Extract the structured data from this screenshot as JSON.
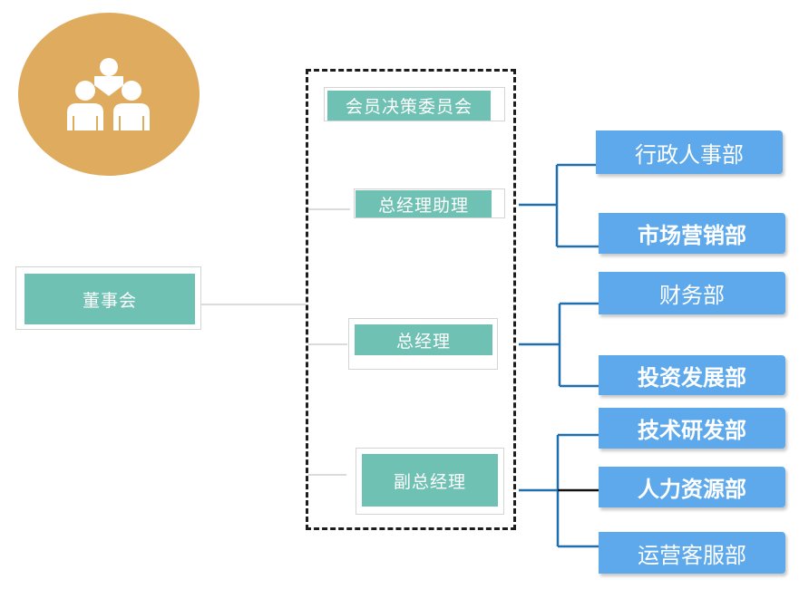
{
  "board": {
    "label": "董事会"
  },
  "committee": {
    "label": "会员决策委员会"
  },
  "executives": {
    "assistant": "总经理助理",
    "gm": "总经理",
    "deputy": "副总经理"
  },
  "departments": {
    "admin_hr": "行政人事部",
    "marketing": "市场营销部",
    "finance": "财务部",
    "investment": "投资发展部",
    "rnd": "技术研发部",
    "hr": "人力资源部",
    "operations": "运营客服部"
  },
  "colors": {
    "gold": "#dfab5f",
    "teal": "#6fc1b3",
    "blue": "#5ea9ec",
    "connector_blue": "#1f6fae"
  },
  "icon": "people-group-icon"
}
